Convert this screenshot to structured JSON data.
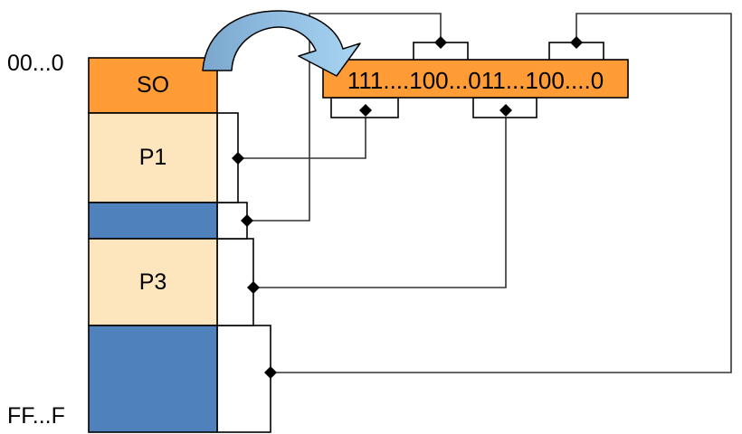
{
  "diagram": {
    "title": "address-space-to-bitmap-mapping",
    "colors": {
      "orange": "#FF9C36",
      "cream": "#FDE6BE",
      "blue": "#4F81BD",
      "arrow_dark": "#6A9BC3",
      "arrow_light": "#A8D2F0",
      "outline": "#000000",
      "connector": "#404040"
    },
    "address_labels": {
      "top": "00...0",
      "bottom": "FF...F"
    },
    "stack_blocks": [
      {
        "label": "SO",
        "fill": "orange"
      },
      {
        "label": "P1",
        "fill": "cream"
      },
      {
        "label": "",
        "fill": "blue"
      },
      {
        "label": "P3",
        "fill": "cream"
      },
      {
        "label": "",
        "fill": "blue"
      }
    ],
    "bitstring": {
      "value": "111....100...011...100....0",
      "fill": "orange"
    },
    "connector_count": 4,
    "diamond_markers": 8
  }
}
